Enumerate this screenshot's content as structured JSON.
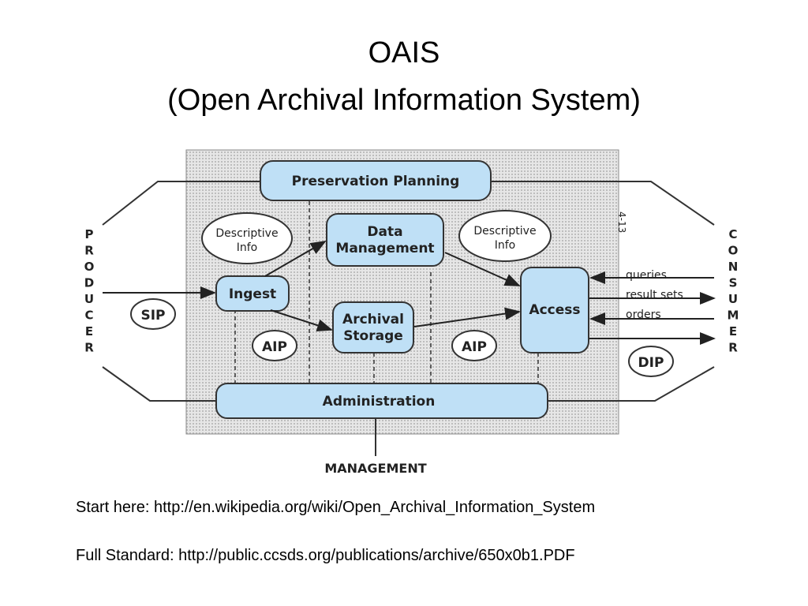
{
  "title_line1": "OAIS",
  "title_line2": "(Open Archival Information System)",
  "diagram": {
    "boxes": {
      "preservation_planning": "Preservation Planning",
      "data_management_1": "Data",
      "data_management_2": "Management",
      "ingest": "Ingest",
      "archival_storage_1": "Archival",
      "archival_storage_2": "Storage",
      "access": "Access",
      "administration": "Administration"
    },
    "ovals": {
      "descriptive_info_left_1": "Descriptive",
      "descriptive_info_left_2": "Info",
      "descriptive_info_right_1": "Descriptive",
      "descriptive_info_right_2": "Info",
      "sip": "SIP",
      "aip_left": "AIP",
      "aip_right": "AIP",
      "dip": "DIP"
    },
    "producer": "PRODUCER",
    "consumer": "CONSUMER",
    "management": "MANAGEMENT",
    "flows": {
      "queries": "queries",
      "result_sets": "result sets",
      "orders": "orders"
    },
    "figure_number": "4-13"
  },
  "links": {
    "start_label": "Start here:",
    "start_url": "http://en.wikipedia.org/wiki/Open_Archival_Information_System",
    "full_label": "Full Standard:",
    "full_url": "http://public.ccsds.org/publications/archive/650x0b1.PDF"
  },
  "colors": {
    "box_fill": "#bfe0f6",
    "background_pattern": "#d9d9d9",
    "stroke": "#333333"
  }
}
